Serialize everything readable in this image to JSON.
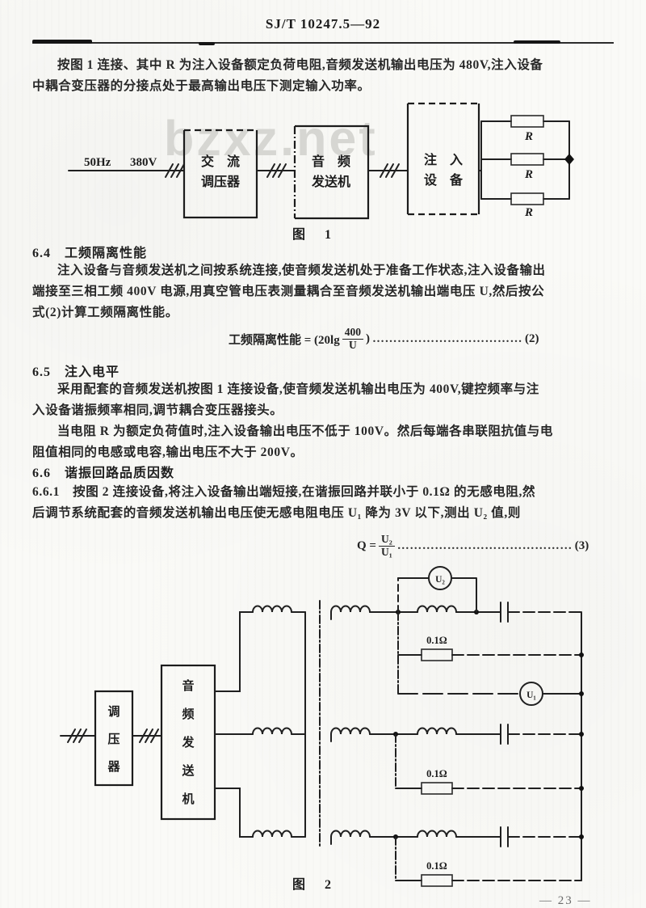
{
  "page": {
    "standard_no": "SJ/T 10247.5—92",
    "watermark": "bzxz.net",
    "page_no": "— 23 —"
  },
  "intro": {
    "line1": "按图 1 连接、其中 R 为注入设备额定负荷电阻,音频发送机输出电压为 480V,注入设备",
    "line2": "中耦合变压器的分接点处于最高输出电压下测定输入功率。"
  },
  "fig1": {
    "freq": "50Hz",
    "voltage": "380V",
    "block1_line1": "交　流",
    "block1_line2": "调压器",
    "block2_line1": "音　频",
    "block2_line2": "发送机",
    "block3_line1": "注　入",
    "block3_line2": "设　备",
    "r1": "R",
    "r2": "R",
    "r3": "R",
    "caption": "图　1"
  },
  "sec64": {
    "heading": "6.4　工频隔离性能",
    "line1": "注入设备与音频发送机之间按系统连接,使音频发送机处于准备工作状态,注入设备输出",
    "line2": "端接至三相工频 400V 电源,用真空管电压表测量耦合至音频发送机输出端电压 U,然后按公",
    "line3": "式(2)计算工频隔离性能。",
    "formula_lhs": "工频隔离性能 = (20lg",
    "formula_num": "400",
    "formula_den": "U",
    "formula_rhs": ")",
    "formula_dots": "………………………………",
    "formula_no": "(2)"
  },
  "sec65": {
    "heading": "6.5　注入电平",
    "line1": "采用配套的音频发送机按图 1 连接设备,使音频发送机输出电压为 400V,键控频率与注",
    "line2": "入设备谐振频率相同,调节耦合变压器接头。",
    "line3": "当电阻 R 为额定负荷值时,注入设备输出电压不低于 100V。然后每端各串联阻抗值与电",
    "line4": "阻值相同的电感或电容,输出电压不大于 200V。"
  },
  "sec66": {
    "heading": "6.6　谐振回路品质因数",
    "line1": "6.6.1　按图 2 连接设备,将注入设备输出端短接,在谐振回路并联小于 0.1Ω 的无感电阻,然",
    "line2": "后调节系统配套的音频发送机输出电压使无感电阻电压 U₁ 降为 3V 以下,测出 U₂ 值,则",
    "formula_lhs": "Q =",
    "formula_num": "U₂",
    "formula_den": "U₁",
    "formula_dots": "……………………………………",
    "formula_no": "(3)"
  },
  "fig2": {
    "reg_char1": "调",
    "reg_char2": "压",
    "reg_char3": "器",
    "tx_char1": "音",
    "tx_char2": "频",
    "tx_char3": "发",
    "tx_char4": "送",
    "tx_char5": "机",
    "u2": "U₂",
    "u1": "U₁",
    "r_top": "0.1Ω",
    "r_mid": "0.1Ω",
    "r_bot": "0.1Ω",
    "caption": "图　2"
  }
}
